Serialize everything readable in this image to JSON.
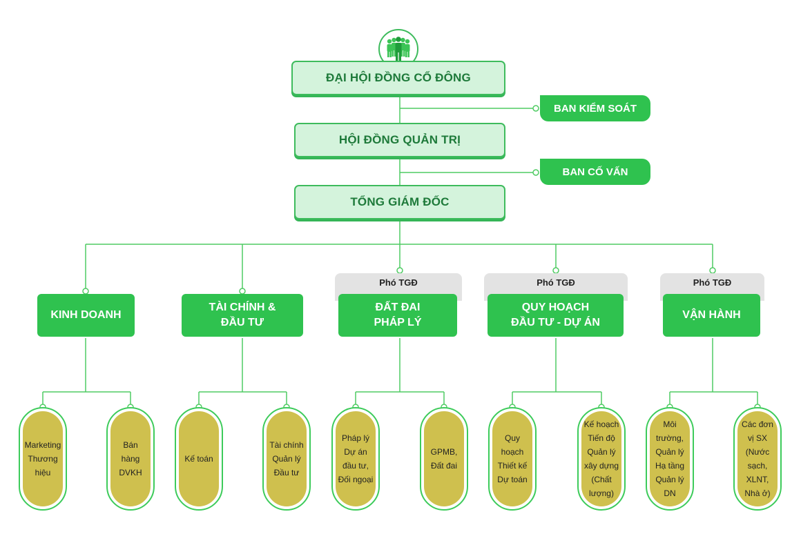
{
  "top": {
    "shareholders": "ĐẠI HỘI ĐỒNG CỔ ĐÔNG",
    "board": "HỘI ĐỒNG QUẢN TRỊ",
    "ceo": "TỔNG GIÁM ĐỐC"
  },
  "side": {
    "control": "BAN KIỂM SOÁT",
    "advisory": "BAN CỐ VẤN"
  },
  "vice_label": "Phó TGĐ",
  "departments": [
    {
      "label": "KINH DOANH",
      "leaves": [
        "Marketing\nThương\nhiệu",
        "Bán\nhàng\nDVKH"
      ]
    },
    {
      "label": "TÀI CHÍNH &\nĐẦU TƯ",
      "leaves": [
        "Kế toán",
        "Tài chính\nQuản lý\nĐầu tư"
      ]
    },
    {
      "label": "ĐẤT ĐAI\nPHÁP LÝ",
      "leaves": [
        "Pháp lý\nDự án\nđầu tư,\nĐối ngoại",
        "GPMB,\nĐất đai"
      ]
    },
    {
      "label": "QUY HOẠCH\nĐẦU TƯ - DỰ ÁN",
      "leaves": [
        "Quy\nhoạch\nThiết kế\nDự toán",
        "Kế hoạch\nTiến độ\nQuản lý\nxây dựng\n(Chất\nlượng)"
      ]
    },
    {
      "label": "VẬN HÀNH",
      "leaves": [
        "Môi\ntrường,\nQuản lý\nHạ tầng\nQuản lý\nDN",
        "Các đơn\nvị SX\n(Nước\nsạch,\nXLNT,\nNhà ở)"
      ]
    }
  ],
  "colors": {
    "green": "#2fc24f",
    "line": "#4ecb62",
    "light_green": "#d4f3dc",
    "leaf_fill": "#cfc04e",
    "vice_bg": "#e3e3e3"
  },
  "icons": [
    "people-group-icon"
  ]
}
